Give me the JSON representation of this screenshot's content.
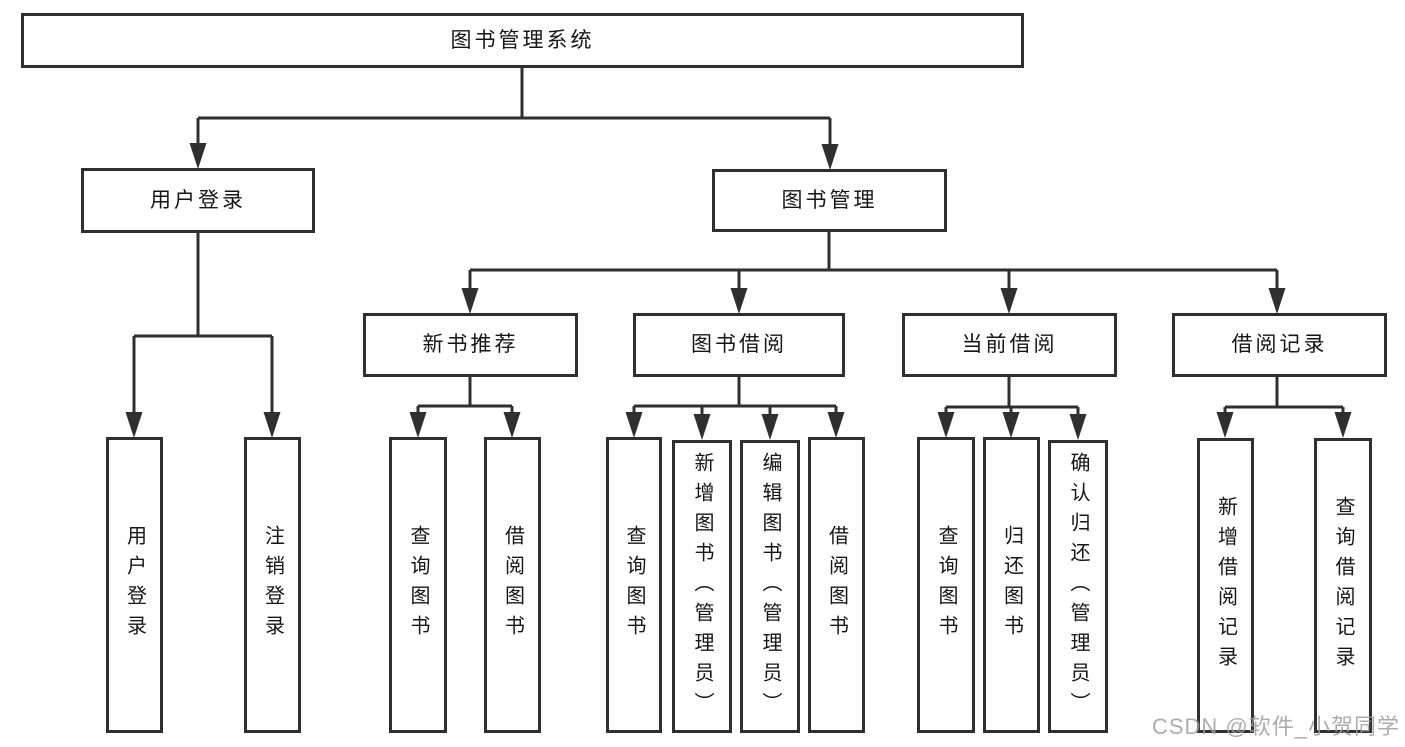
{
  "tree": {
    "label": "图书管理系统",
    "children": [
      {
        "label": "用户登录",
        "children": [
          {
            "label": "用户登录"
          },
          {
            "label": "注销登录"
          }
        ]
      },
      {
        "label": "图书管理",
        "children": [
          {
            "label": "新书推荐",
            "children": [
              {
                "label": "查询图书"
              },
              {
                "label": "借阅图书"
              }
            ]
          },
          {
            "label": "图书借阅",
            "children": [
              {
                "label": "查询图书"
              },
              {
                "label": "新增图书（管理员）"
              },
              {
                "label": "编辑图书（管理员）"
              },
              {
                "label": "借阅图书"
              }
            ]
          },
          {
            "label": "当前借阅",
            "children": [
              {
                "label": "查询图书"
              },
              {
                "label": "归还图书"
              },
              {
                "label": "确认归还（管理员）"
              }
            ]
          },
          {
            "label": "借阅记录",
            "children": [
              {
                "label": "新增借阅记录"
              },
              {
                "label": "查询借阅记录"
              }
            ]
          }
        ]
      }
    ]
  },
  "watermark": {
    "text": "CSDN @软件_小贺同学"
  },
  "colors": {
    "line": "#2f2f2f",
    "text": "#161616",
    "box_background": "#ffffff",
    "watermark": "#9e9e9e",
    "background": "#ffffff"
  }
}
